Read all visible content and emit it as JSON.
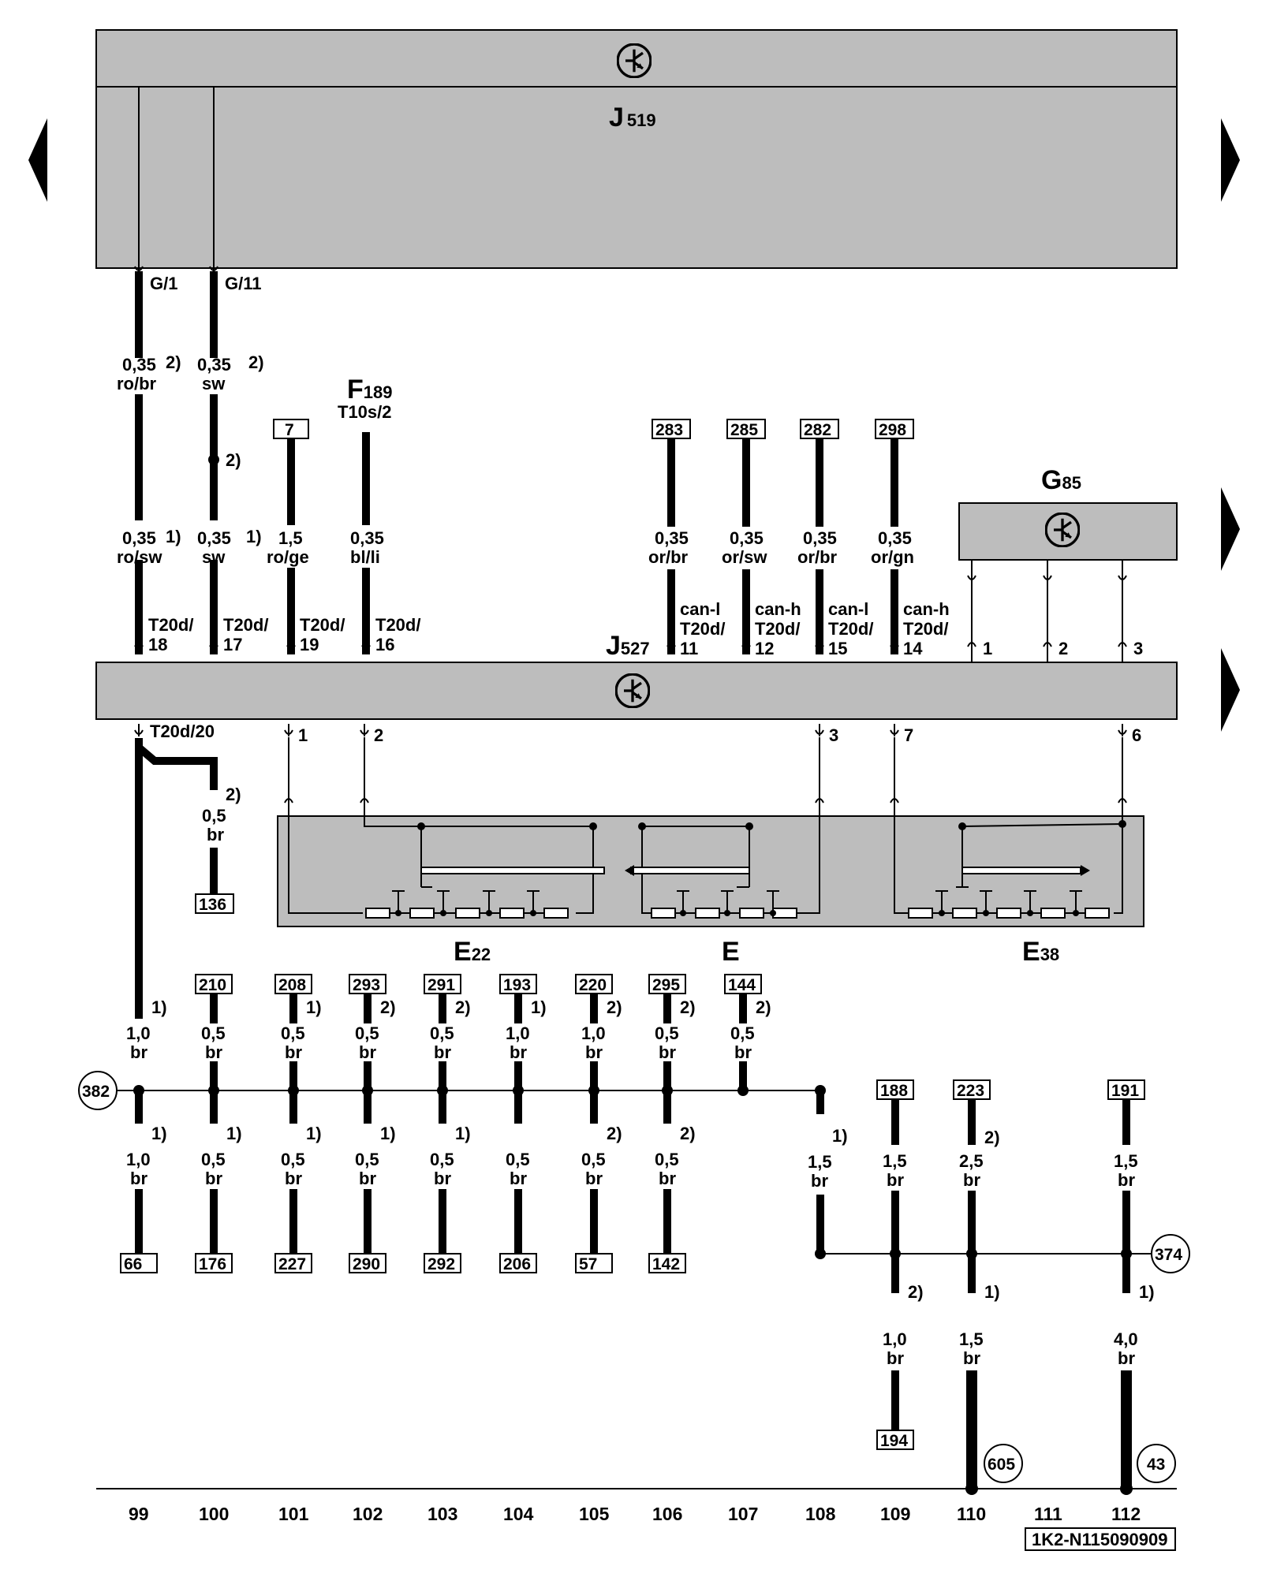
{
  "modules": {
    "J519": {
      "letter": "J",
      "number": "519"
    },
    "J527": {
      "letter": "J",
      "number": "527"
    },
    "G85": {
      "letter": "G",
      "number": "85"
    },
    "F189": {
      "letter": "F",
      "number": "189",
      "connector": "T10s/2"
    },
    "E22": {
      "letter": "E",
      "number": "22"
    },
    "E": {
      "letter": "E",
      "number": ""
    },
    "E38": {
      "letter": "E",
      "number": "38"
    }
  },
  "upper_wires": [
    {
      "pin": "G/1",
      "spec_top": "0,35",
      "note_top": "2)",
      "color_top": "ro/br",
      "spec_bot": "0,35",
      "note_bot": "1)",
      "color_bot": "ro/sw",
      "conn": "T20d/",
      "conn_pin": "18"
    },
    {
      "pin": "G/11",
      "spec_top": "0,35",
      "note_top": "2)",
      "color_top": "sw",
      "junction_note": "2)",
      "spec_bot": "0,35",
      "note_bot": "1)",
      "color_bot": "sw",
      "conn": "T20d/",
      "conn_pin": "17"
    },
    {
      "ref": "7",
      "spec": "1,5",
      "color": "ro/ge",
      "conn": "T20d/",
      "conn_pin": "19"
    },
    {
      "spec": "0,35",
      "color": "bl/li",
      "conn": "T20d/",
      "conn_pin": "16"
    }
  ],
  "can_wires": [
    {
      "ref": "283",
      "spec": "0,35",
      "color": "or/br",
      "bus": "can-l",
      "conn": "T20d/",
      "conn_pin": "11"
    },
    {
      "ref": "285",
      "spec": "0,35",
      "color": "or/sw",
      "bus": "can-h",
      "conn": "T20d/",
      "conn_pin": "12"
    },
    {
      "ref": "282",
      "spec": "0,35",
      "color": "or/br",
      "bus": "can-l",
      "conn": "T20d/",
      "conn_pin": "15"
    },
    {
      "ref": "298",
      "spec": "0,35",
      "color": "or/gn",
      "bus": "can-h",
      "conn": "T20d/",
      "conn_pin": "14"
    }
  ],
  "g85_pins": [
    "1",
    "2",
    "3"
  ],
  "j527_bottom": {
    "conn": "T20d/20",
    "pins": [
      "1",
      "2",
      "3",
      "7",
      "6"
    ]
  },
  "branch_136": {
    "note": "2)",
    "spec": "0,5",
    "color": "br",
    "ref": "136"
  },
  "ground_top": [
    {
      "note": "1)",
      "spec": "1,0",
      "color": "br"
    },
    {
      "ref": "210",
      "spec": "0,5",
      "color": "br"
    },
    {
      "ref": "208",
      "note": "1)",
      "spec": "0,5",
      "color": "br"
    },
    {
      "ref": "293",
      "note": "2)",
      "spec": "0,5",
      "color": "br"
    },
    {
      "ref": "291",
      "note": "2)",
      "spec": "0,5",
      "color": "br"
    },
    {
      "ref": "193",
      "note": "1)",
      "spec": "1,0",
      "color": "br"
    },
    {
      "ref": "220",
      "note": "2)",
      "spec": "1,0",
      "color": "br"
    },
    {
      "ref": "295",
      "note": "2)",
      "spec": "0,5",
      "color": "br"
    },
    {
      "ref": "144",
      "note": "2)",
      "spec": "0,5",
      "color": "br"
    }
  ],
  "ground_bottom": [
    {
      "note": "1)",
      "spec": "1,0",
      "color": "br",
      "ref": "66"
    },
    {
      "note": "1)",
      "spec": "0,5",
      "color": "br",
      "ref": "176"
    },
    {
      "note": "1)",
      "spec": "0,5",
      "color": "br",
      "ref": "227"
    },
    {
      "note": "1)",
      "spec": "0,5",
      "color": "br",
      "ref": "290"
    },
    {
      "note": "1)",
      "spec": "0,5",
      "color": "br",
      "ref": "292"
    },
    {
      "note": "",
      "spec": "0,5",
      "color": "br",
      "ref": "206"
    },
    {
      "note": "2)",
      "spec": "0,5",
      "color": "br",
      "ref": "57"
    },
    {
      "note": "2)",
      "spec": "0,5",
      "color": "br",
      "ref": "142"
    }
  ],
  "ground_points": {
    "left": "382",
    "right": "374",
    "p605": "605",
    "p43": "43"
  },
  "riser_108": {
    "note": "1)",
    "spec": "1,5",
    "color": "br"
  },
  "right_group": [
    {
      "ref": "188",
      "spec": "1,5",
      "color": "br",
      "note_low": "2)",
      "spec_low": "1,0",
      "color_low": "br",
      "ref_low": "194"
    },
    {
      "ref": "223",
      "note": "2)",
      "spec": "2,5",
      "color": "br",
      "note_low": "1)",
      "spec_low": "1,5",
      "color_low": "br"
    },
    {
      "ref": "191",
      "spec": "1,5",
      "color": "br",
      "note_low": "1)",
      "spec_low": "4,0",
      "color_low": "br"
    }
  ],
  "columns": [
    "99",
    "100",
    "101",
    "102",
    "103",
    "104",
    "105",
    "106",
    "107",
    "108",
    "109",
    "110",
    "111",
    "112"
  ],
  "doc_id": "1K2-N115090909"
}
